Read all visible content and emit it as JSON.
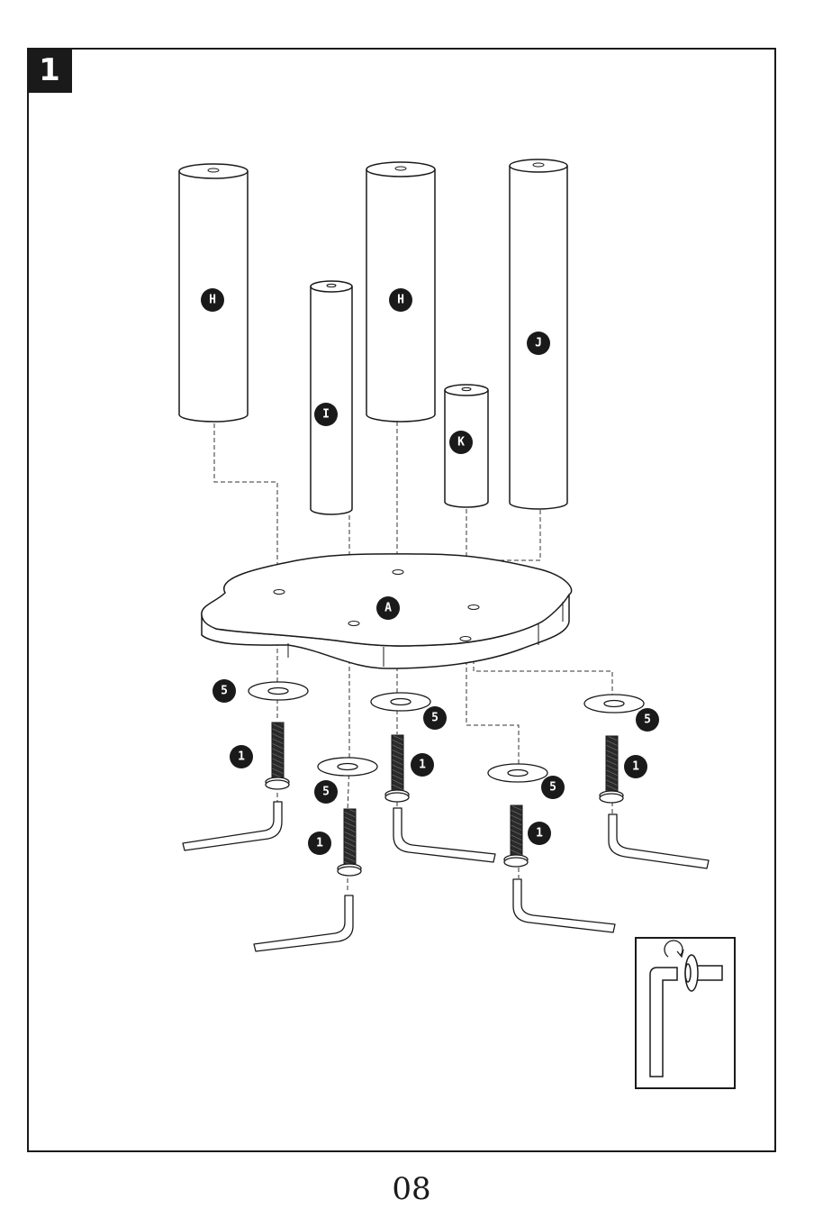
{
  "step": {
    "number": "1"
  },
  "page": {
    "number": "08"
  },
  "parts": {
    "leg_h1": "H",
    "leg_i": "I",
    "leg_h2": "H",
    "leg_k": "K",
    "leg_j": "J",
    "tabletop": "A"
  },
  "hardware": {
    "washer": "5",
    "bolt": "1"
  },
  "inset": {
    "icon": "allen-key-tightening-icon"
  },
  "colors": {
    "ink": "#1a1a1a",
    "paper": "#ffffff"
  }
}
